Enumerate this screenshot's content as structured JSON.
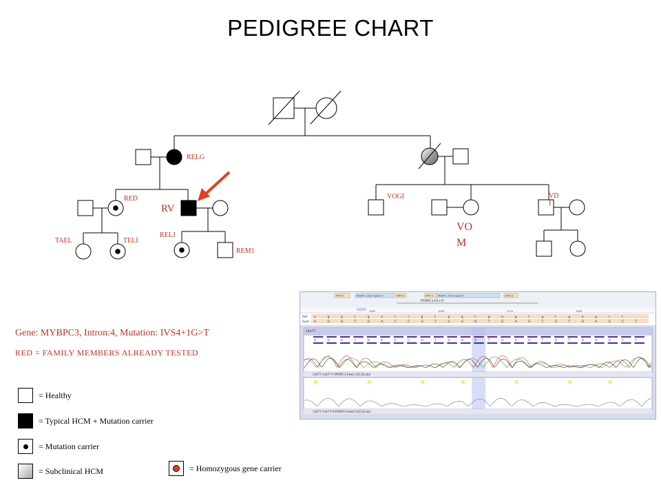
{
  "title": "PEDIGREE CHART",
  "individuals": {
    "relg": "RELG",
    "red": "RED",
    "rv": "RV",
    "taeli": "TAEL",
    "teli": "TELI",
    "relj": "RELJ",
    "rem1": "REM1",
    "vogi": "VOGI",
    "vdi_line1": "VD",
    "vdi_line2": "I",
    "vom_line1": "VO",
    "vom_line2": "M"
  },
  "gene_info": "Gene: MYBPC3, Intron:4, Mutation: IVS4+1G>T",
  "red_note": "RED = FAMILY MEMBERS ALREADY TESTED",
  "legend": {
    "healthy": "= Healthy",
    "typical": "= Typical HCM + Mutation carrier",
    "carrier": "= Mutation carrier",
    "subclinical": "= Subclinical  HCM",
    "homozygous": "= Homozygous gene carrier"
  },
  "chromatogram": {
    "segments": [
      "INT4-1",
      "MyBP-C CDS region 4",
      "INT4-2",
      "INT5-1",
      "MyBP-C CDS region 5",
      "INT5-2"
    ],
    "range_label": "MYBPC3-E4+5*",
    "ticks": [
      "1060",
      "1060",
      "1070",
      "1080"
    ],
    "row_ref": "Ref",
    "row_sum": "Sum",
    "ref_bases": [
      "a",
      "g",
      "g",
      "t",
      "g",
      "a",
      "c",
      "c",
      "g",
      "t",
      "g",
      "g",
      "t",
      "g",
      "a",
      "g",
      "t",
      "g",
      "t",
      "g",
      "a",
      "g",
      "c",
      "t"
    ],
    "sum_bases": [
      "A",
      "G",
      "G",
      "T",
      "G",
      "A",
      "C",
      "C",
      "G",
      "T",
      "G",
      "G",
      "K",
      "T",
      "G",
      "A",
      "G",
      "T",
      "G",
      "T",
      "G",
      "A",
      "G",
      "C",
      "T"
    ],
    "trace_id": "14477",
    "file_label_1": "14477-14477-F-MYBPC3-E4w5-2411D.ab1",
    "file_label_2": "14477-14477-R-MYBPC3-E4w5-2411D.ab1",
    "accent_purple": "#5b2a86",
    "accent_blue": "#2a2ad8",
    "accent_yellow": "#f4f06a",
    "highlight": "#b9bff0"
  },
  "colors": {
    "red_text": "#c0311a",
    "arrow": "#e2401c"
  }
}
